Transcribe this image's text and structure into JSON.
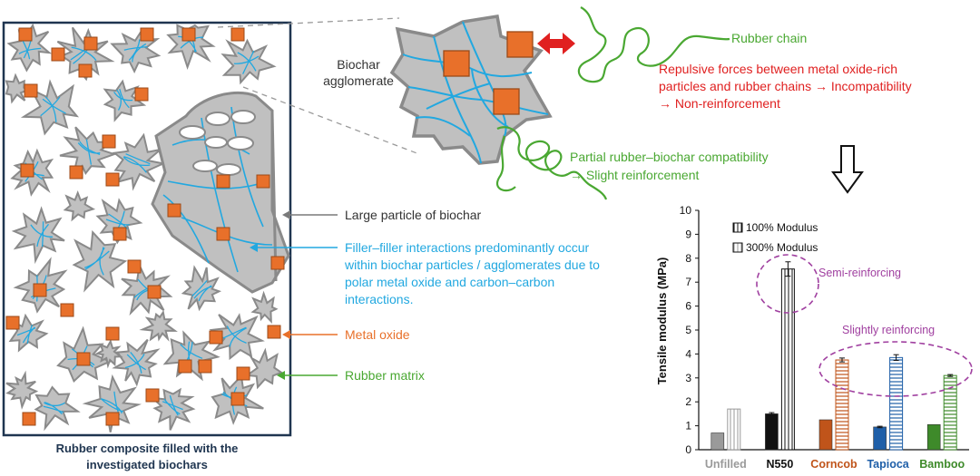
{
  "colors": {
    "particle_fill": "#c0c0c0",
    "particle_edge": "#8a8a8a",
    "network": "#22a8e0",
    "oxide": "#e8702a",
    "oxide_edge": "#9b4a18",
    "rubber": "#4aa832",
    "repulse": "#e02020",
    "frame": "#1f3550",
    "annot": "#a040a0"
  },
  "labels": {
    "biochar_agglomerate": [
      "Biochar",
      "agglomerate"
    ],
    "rubber_chain": "Rubber chain",
    "repulsive": [
      "Repulsive forces between metal oxide-rich",
      "particles and rubber chains → Incompatibility",
      "→ Non-reinforcement"
    ],
    "partial": [
      "Partial rubber–biochar compatibility",
      "→ Slight reinforcement"
    ],
    "large_particle": "Large particle of biochar",
    "filler": [
      "Filler–filler interactions predominantly occur",
      "within biochar particles / agglomerates due to",
      "polar metal oxide and carbon–carbon",
      "interactions."
    ],
    "metal_oxide": "Metal oxide",
    "rubber_matrix": "Rubber matrix",
    "composite_caption": [
      "Rubber composite filled with the",
      "investigated biochars"
    ]
  },
  "chart_data": {
    "type": "bar",
    "categories": [
      "Unfilled",
      "N550",
      "Corncob",
      "Tapioca",
      "Bamboo"
    ],
    "category_colors": [
      "#9a9a9a",
      "#111111",
      "#c0541a",
      "#1f5fa8",
      "#3e8a2a"
    ],
    "series": [
      {
        "name": "100% Modulus",
        "values": [
          0.7,
          1.5,
          1.25,
          0.95,
          1.05
        ],
        "errors": [
          0,
          0.05,
          0,
          0.03,
          0
        ]
      },
      {
        "name": "300% Modulus",
        "values": [
          1.7,
          7.55,
          3.75,
          3.85,
          3.1
        ],
        "errors": [
          0,
          0.3,
          0.08,
          0.12,
          0.04
        ]
      }
    ],
    "ylabel": "Tensile modulus (MPa)",
    "ylim": [
      0,
      10
    ],
    "yticks": [
      0,
      1,
      2,
      3,
      4,
      5,
      6,
      7,
      8,
      9,
      10
    ],
    "legend_position": "top-left",
    "annotations": [
      "Semi-reinforcing",
      "Slightly reinforcing"
    ]
  }
}
